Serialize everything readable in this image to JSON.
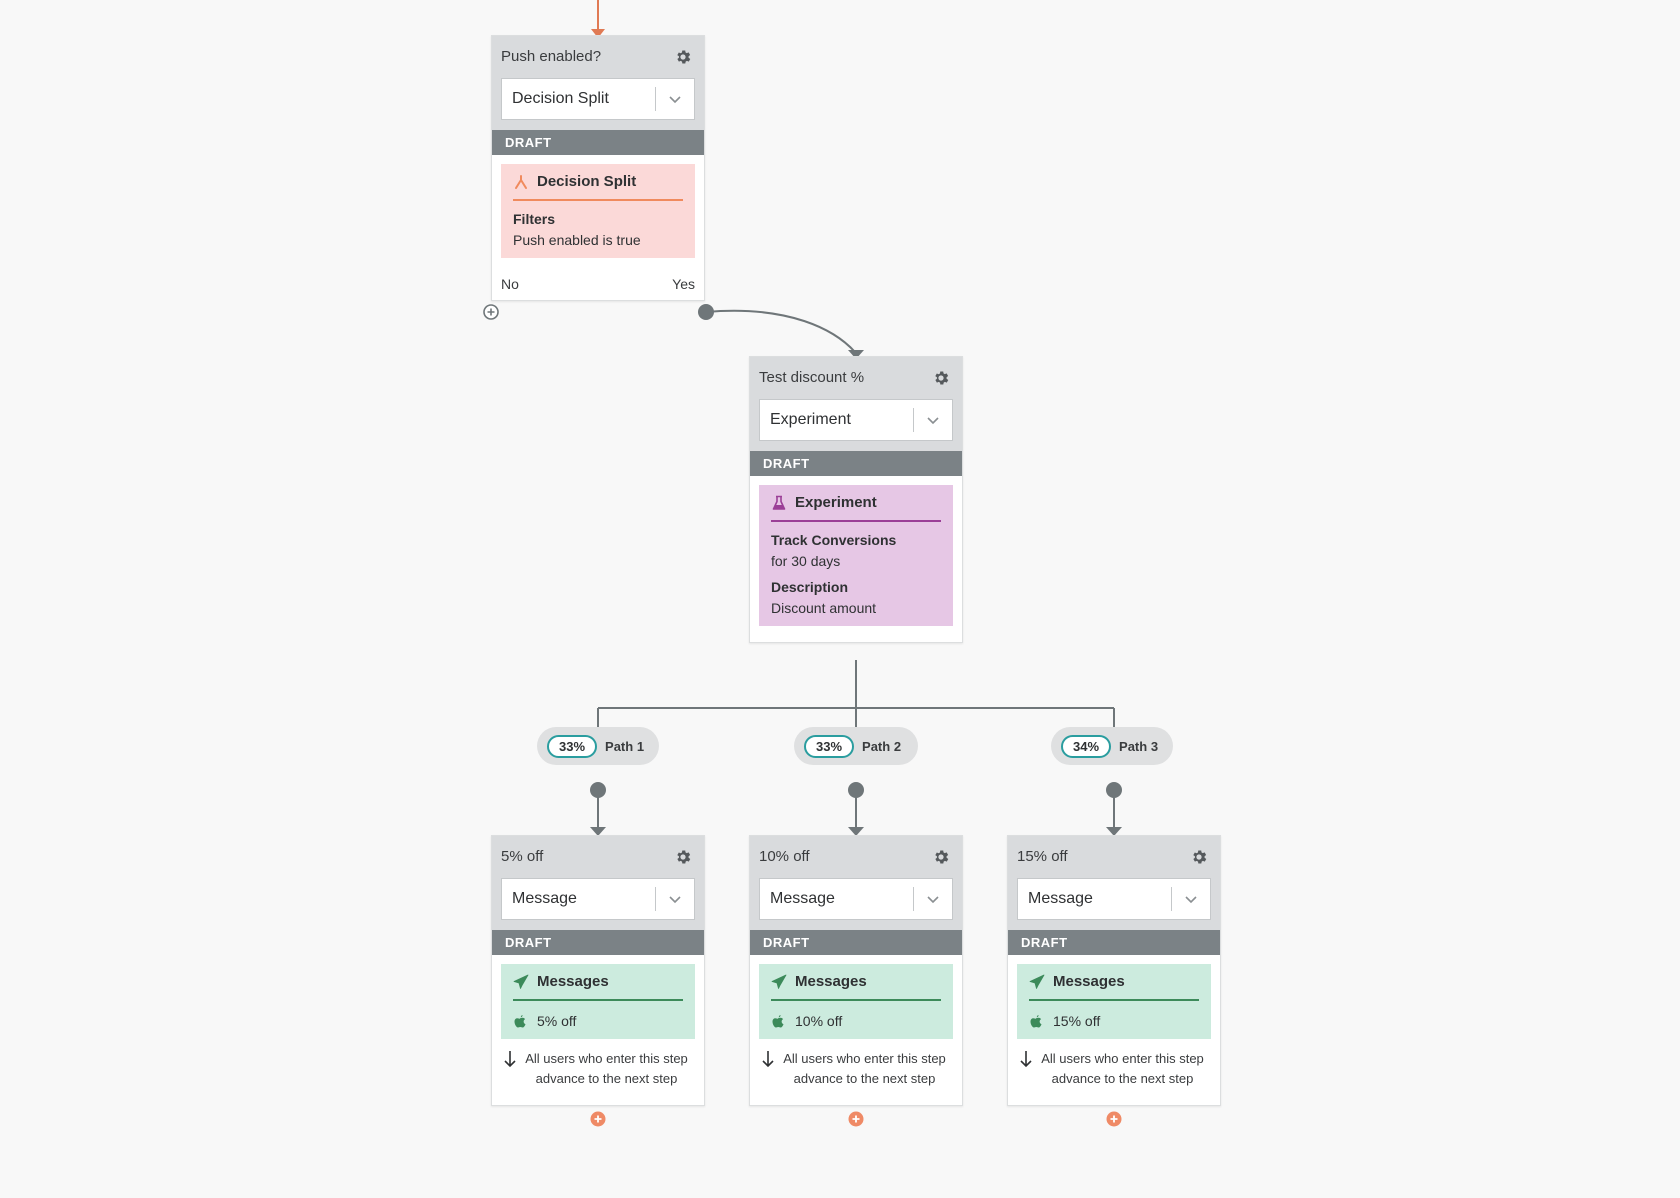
{
  "nodes": {
    "push": {
      "title": "Push enabled?",
      "select_value": "Decision Split",
      "status": "DRAFT",
      "card_title": "Decision Split",
      "filters_label": "Filters",
      "filters_value": "Push enabled is true",
      "branch_no": "No",
      "branch_yes": "Yes"
    },
    "experiment": {
      "title": "Test discount %",
      "select_value": "Experiment",
      "status": "DRAFT",
      "card_title": "Experiment",
      "track_label": "Track Conversions",
      "track_value": "for 30 days",
      "description_label": "Description",
      "description_value": "Discount amount"
    },
    "messages": [
      {
        "title": "5% off",
        "select_value": "Message",
        "status": "DRAFT",
        "card_title": "Messages",
        "item": "5% off",
        "advance": "All users who enter this step advance to the next step"
      },
      {
        "title": "10% off",
        "select_value": "Message",
        "status": "DRAFT",
        "card_title": "Messages",
        "item": "10% off",
        "advance": "All users who enter this step advance to the next step"
      },
      {
        "title": "15% off",
        "select_value": "Message",
        "status": "DRAFT",
        "card_title": "Messages",
        "item": "15% off",
        "advance": "All users who enter this step advance to the next step"
      }
    ]
  },
  "paths": [
    {
      "percent": "33%",
      "label": "Path 1"
    },
    {
      "percent": "33%",
      "label": "Path 2"
    },
    {
      "percent": "34%",
      "label": "Path 3"
    }
  ],
  "colors": {
    "canvas": "#f8f8f8",
    "split_accent": "#f08a5d",
    "experiment_accent": "#9b3f97",
    "message_accent": "#3c8a5a",
    "path_percent_border": "#2a9d9f",
    "connector": "#6f7679",
    "entry_arrow": "#e07a54"
  },
  "icons": {
    "settings": "gear-icon",
    "dropdown": "chevron-down-icon",
    "decision_split": "split-icon",
    "experiment": "flask-icon",
    "messages": "paper-plane-icon",
    "platform": "apple-icon",
    "advance": "arrow-down-icon",
    "add": "plus-circle-icon"
  }
}
